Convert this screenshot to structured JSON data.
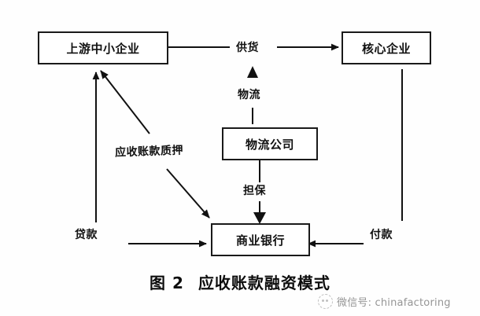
{
  "figure": {
    "caption_number": "图 2",
    "caption_title": "应收账款融资模式"
  },
  "nodes": [
    {
      "id": "upstream-sme",
      "label": "上游中小企业"
    },
    {
      "id": "core-enterprise",
      "label": "核心企业"
    },
    {
      "id": "logistics-company",
      "label": "物流公司"
    },
    {
      "id": "commercial-bank",
      "label": "商业银行"
    }
  ],
  "edges": [
    {
      "id": "supply",
      "label": "供货",
      "from": "upstream-sme",
      "to": "core-enterprise"
    },
    {
      "id": "logistics",
      "label": "物流",
      "from": "logistics-company",
      "to": "supply-line"
    },
    {
      "id": "guarantee",
      "label": "担保",
      "from": "logistics-company",
      "to": "commercial-bank"
    },
    {
      "id": "receivables-pledge",
      "label": "应收账款质押",
      "from": "upstream-sme",
      "to": "commercial-bank"
    },
    {
      "id": "loan",
      "label": "贷款",
      "from": "commercial-bank",
      "to": "upstream-sme"
    },
    {
      "id": "payment",
      "label": "付款",
      "from": "core-enterprise",
      "to": "commercial-bank"
    }
  ],
  "watermark": {
    "text": "微信号: chinafactoring",
    "logo": "wechat-logo"
  },
  "colors": {
    "stroke": "#1a1a1a",
    "background": "#ffffff",
    "text": "#111111"
  }
}
